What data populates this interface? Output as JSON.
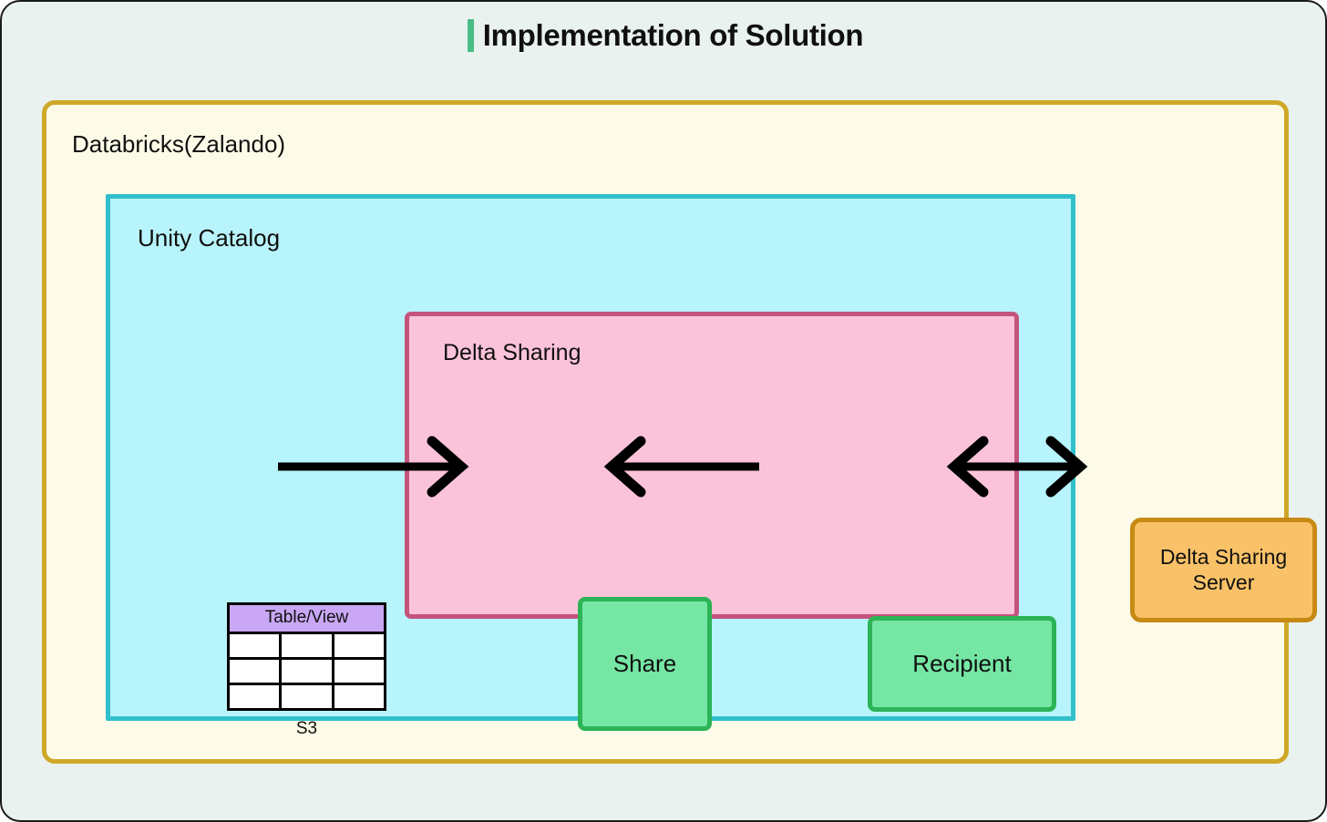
{
  "page": {
    "title": "Implementation of Solution",
    "background_color": "#e9f2ee",
    "accent_color": "#49bd86"
  },
  "diagram": {
    "type": "architecture-diagram",
    "containers": [
      {
        "id": "databricks",
        "label": "Databricks(Zalando)",
        "fill": "#fdfbe8",
        "stroke": "#cfa828"
      },
      {
        "id": "unity_catalog",
        "label": "Unity Catalog",
        "fill": "#b8f4fb",
        "stroke": "#31bfcb"
      },
      {
        "id": "delta_sharing",
        "label": "Delta Sharing",
        "fill": "#fbc3d9",
        "stroke": "#c4547c"
      }
    ],
    "table_node": {
      "header": "Table/View",
      "header_fill": "#c9a7f5",
      "caption": "S3",
      "rows": 3,
      "columns": 3,
      "cells": [
        [
          "",
          "",
          ""
        ],
        [
          "",
          "",
          ""
        ],
        [
          "",
          "",
          ""
        ]
      ]
    },
    "nodes": [
      {
        "id": "share",
        "label": "Share",
        "fill": "#76e6a5",
        "stroke": "#2cb457"
      },
      {
        "id": "recipient",
        "label": "Recipient",
        "fill": "#76e6a5",
        "stroke": "#2cb457"
      },
      {
        "id": "delta_sharing_server",
        "label": "Delta Sharing\nServer",
        "label_line1": "Delta Sharing",
        "label_line2": "Server",
        "fill": "#fac268",
        "stroke": "#c78a14"
      }
    ],
    "edges": [
      {
        "id": "table-to-share",
        "from": "Table/View",
        "to": "Share",
        "direction": "right",
        "label": ""
      },
      {
        "id": "recipient-to-share",
        "from": "Recipient",
        "to": "Share",
        "direction": "left",
        "label": ""
      },
      {
        "id": "recipient-to-server",
        "from": "Recipient",
        "to": "Delta Sharing Server",
        "direction": "both",
        "label": ""
      }
    ]
  }
}
